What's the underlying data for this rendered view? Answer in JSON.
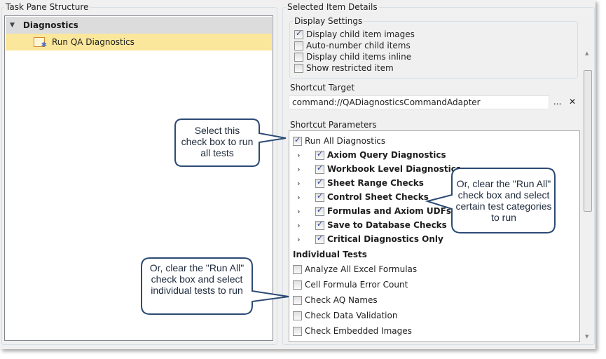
{
  "left": {
    "title": "Task Pane Structure",
    "root": "Diagnostics",
    "child": "Run QA Diagnostics"
  },
  "right": {
    "title": "Selected Item Details",
    "display": {
      "title": "Display Settings",
      "items": [
        {
          "label": "Display child item images",
          "checked": true
        },
        {
          "label": "Auto-number child items",
          "checked": false
        },
        {
          "label": "Display child items inline",
          "checked": false
        },
        {
          "label": "Show restricted item",
          "checked": false
        }
      ]
    },
    "target": {
      "title": "Shortcut Target",
      "value": "command://QADiagnosticsCommandAdapter",
      "browse": "...",
      "clear": "✕"
    },
    "params": {
      "title": "Shortcut Parameters",
      "run_all": "Run All Diagnostics",
      "categories": [
        "Axiom Query Diagnostics",
        "Workbook Level Diagnostics",
        "Sheet Range Checks",
        "Control Sheet Checks",
        "Formulas and Axiom UDFs",
        "Save to Database Checks",
        "Critical Diagnostics Only"
      ],
      "individual_title": "Individual Tests",
      "tests": [
        "Analyze All Excel Formulas",
        "Cell Formula Error Count",
        "Check AQ Names",
        "Check Data Validation",
        "Check Embedded Images"
      ]
    }
  },
  "callouts": {
    "run_all": "Select this check box to run all tests",
    "categories": "Or, clear the \"Run All\" check box and select certain test categories to run",
    "individual": "Or, clear the \"Run All\" check box and select individual tests to run"
  },
  "colors": {
    "selected": "#fbe79b",
    "header": "#dcdcdc",
    "callout_border": "#2c4a74"
  }
}
